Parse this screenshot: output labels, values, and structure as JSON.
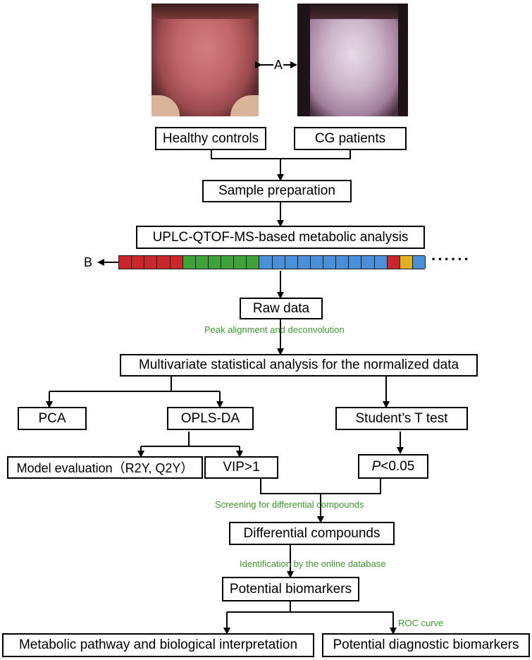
{
  "photos": {
    "left_label": "Healthy controls tongue photo",
    "right_label": "CG patients tongue photo"
  },
  "labels": {
    "a": "A",
    "b": "B"
  },
  "boxes": {
    "healthy": "Healthy controls",
    "cg": "CG patients",
    "sample": "Sample preparation",
    "uplc": "UPLC-QTOF-MS-based metabolic analysis",
    "raw": "Raw data",
    "multi": "Multivariate statistical analysis for the normalized data",
    "pca": "PCA",
    "opls": "OPLS-DA",
    "ttest": "Student’s T test",
    "model": "Model evaluation（R2Y, Q2Y）",
    "vip": "VIP>1",
    "p_italic": "P",
    "p_rest": "<0.05",
    "diff": "Differential compounds",
    "potential": "Potential biomarkers",
    "pathway": "Metabolic pathway and biological interpretation",
    "diagnostic": "Potential diagnostic biomarkers"
  },
  "notes": {
    "peak": "Peak alignment and deconvolution",
    "screening": "Screening for differential compounds",
    "identification": "Identification by the online database",
    "roc": "ROC curve"
  },
  "strip": {
    "colors": [
      "#c8272c",
      "#c8272c",
      "#c8272c",
      "#c8272c",
      "#c8272c",
      "#3fa33a",
      "#3fa33a",
      "#3fa33a",
      "#3fa33a",
      "#3fa33a",
      "#3fa33a",
      "#4a8fd8",
      "#4a8fd8",
      "#4a8fd8",
      "#4a8fd8",
      "#4a8fd8",
      "#4a8fd8",
      "#4a8fd8",
      "#4a8fd8",
      "#4a8fd8",
      "#4a8fd8",
      "#c8272c",
      "#e0b122",
      "#4a8fd8"
    ],
    "ellipsis": "······"
  }
}
